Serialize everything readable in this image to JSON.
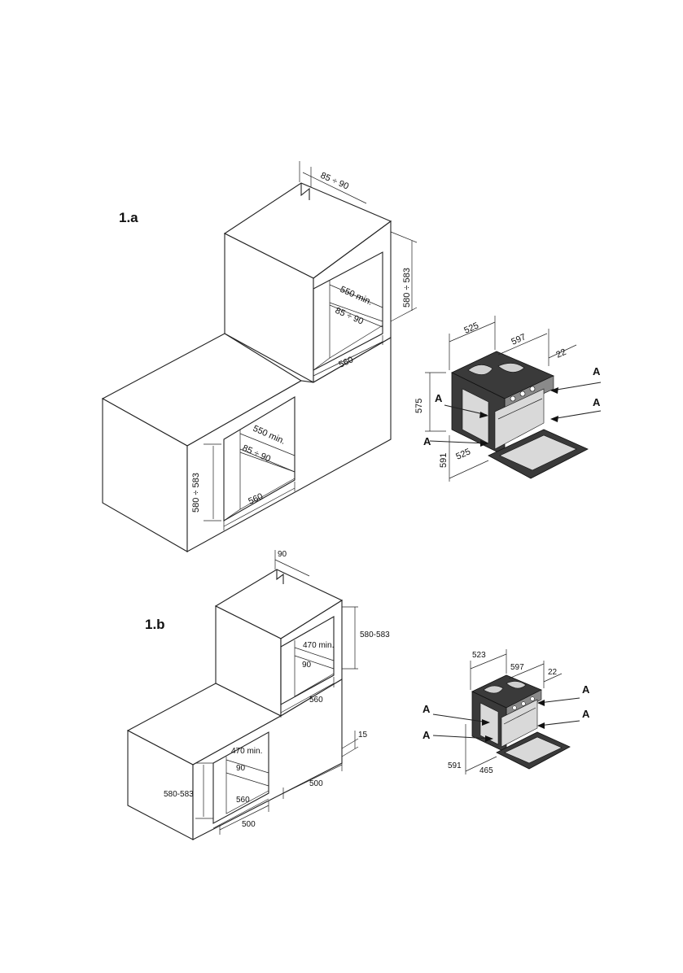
{
  "figure_a": {
    "label": "1.a",
    "cabinet": {
      "upper_gap_dim": "85 ÷ 90",
      "upper_height_dim": "580 ÷ 583",
      "upper_depth_dim": "550 min.",
      "upper_inner_gap_dim": "85 ÷ 90",
      "upper_width_dim": "560",
      "lower_height_dim": "580 ÷ 583",
      "lower_depth_dim": "550 min.",
      "lower_inner_gap_dim": "85 ÷ 90",
      "lower_width_dim": "560"
    },
    "oven": {
      "depth_dim": "525",
      "width_dim": "597",
      "front_dim": "22",
      "height_dim": "575",
      "bottom_height_dim": "591",
      "bottom_depth_dim": "525",
      "callouts": [
        "A",
        "A",
        "A",
        "A"
      ]
    }
  },
  "figure_b": {
    "label": "1.b",
    "cabinet": {
      "upper_gap_dim": "90",
      "upper_height_dim": "580-583",
      "upper_depth_dim": "470 min.",
      "upper_inner_gap_dim": "90",
      "upper_width_dim": "560",
      "plinth_dim": "15",
      "lower_depth_dim": "470 min.",
      "lower_inner_gap_dim": "90",
      "lower_height_dim": "580-583",
      "lower_width_dim": "560",
      "base_right_dim": "500",
      "base_left_dim": "500"
    },
    "oven": {
      "depth_dim": "523",
      "width_dim": "597",
      "front_dim": "22",
      "height_dim": "591",
      "bottom_depth_dim": "465",
      "callouts": [
        "A",
        "A",
        "A",
        "A"
      ]
    }
  }
}
